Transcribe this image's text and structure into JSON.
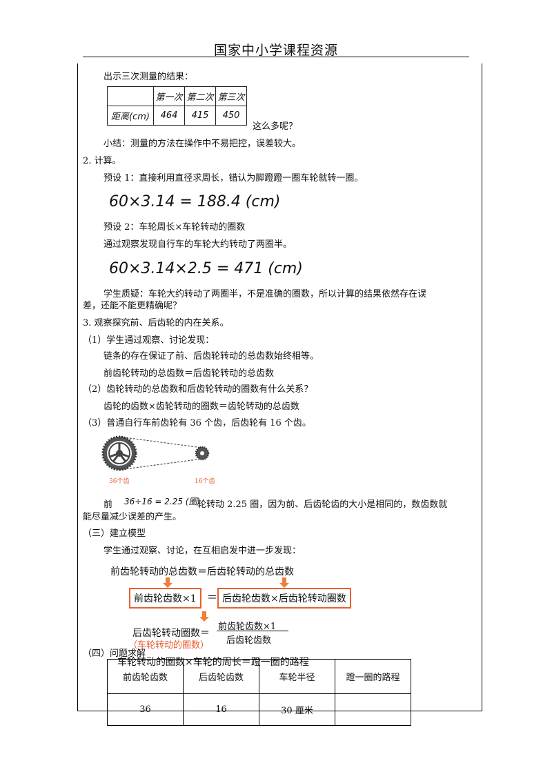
{
  "header": {
    "title": "国家中小学课程资源"
  },
  "section_measure": {
    "intro": "出示三次测量的结果：",
    "table": {
      "headers": [
        "",
        "第一次",
        "第二次",
        "第三次"
      ],
      "row_label": "距离(cm)",
      "values": [
        "464",
        "415",
        "450"
      ]
    },
    "tail_text": "这么多呢？",
    "summary": "小结：测量的方法在操作中不易把控，误差较大。"
  },
  "section_calc": {
    "heading": "2. 计算。",
    "hypo1": "预设 1：直接利用直径求周长，错认为脚蹬蹬一圈车轮就转一圈。",
    "formula1": "60×3.14 = 188.4 (cm)",
    "hypo2": "预设 2：车轮周长×车轮转动的圈数",
    "observe": "通过观察发现自行车的车轮大约转动了两圈半。",
    "formula2": "60×3.14×2.5 = 471 (cm)",
    "question_line1": "学生质疑：车轮大约转动了两圈半，不是准确的圈数，所以计算的结果依然存在误",
    "question_line2": "差，还能不能更精确呢？"
  },
  "section_gear": {
    "heading": "3. 观察探究前、后齿轮的内在关系。",
    "p1": "（1）学生通过观察、讨论发现：",
    "p1a": "链条的存在保证了前、后齿轮转动的总齿数始终相等。",
    "p1b": "前齿轮转动的总齿数＝后齿轮转动的总齿数",
    "p2": "（2）齿轮转动的总齿数和后齿轮转动的圈数有什么关系？",
    "p2a": "齿轮的齿数×齿轮转动的圈数＝齿轮转动的总齿数",
    "p3": "（3）普通自行车前齿轮有 36 个齿，后齿轮有 16 个齿。",
    "front_label": "36个齿",
    "rear_label": "16个齿",
    "result_prefix": "前",
    "result_formula": "36÷16 = 2.25 (圈)",
    "result_text": "轮转动 2.25 圈，因为前、后齿轮齿的大小是相同的，数齿数就",
    "result_text2": "能尽量减少误差的产生。"
  },
  "section_model": {
    "heading": "（三）建立模型",
    "intro": "学生通过观察、讨论，在互相启发中进一步发现：",
    "equation_top": "前齿轮转动的总齿数＝后齿轮转动的总齿数",
    "box_left": "前齿轮齿数×1",
    "equals": "＝",
    "box_right": "后齿轮齿数×后齿轮转动圈数",
    "fraction_lhs": "后齿轮转动圈数＝",
    "fraction_num": "前齿轮齿数×1",
    "fraction_den": "后齿轮齿数",
    "note_red": "（车轮转动的圈数）"
  },
  "section_solve": {
    "heading": "（四）问题求解",
    "overlay": "车轮转动的圈数×车轮的周长＝蹬一圈的路程",
    "table": {
      "headers": [
        "前齿轮齿数",
        "后齿轮齿数",
        "车轮半径",
        "蹬一圈的路程"
      ],
      "values": [
        "36",
        "16",
        "30 厘米",
        ""
      ]
    }
  },
  "colors": {
    "accent": "#e8602c",
    "arrow": "#ef7f3a"
  }
}
